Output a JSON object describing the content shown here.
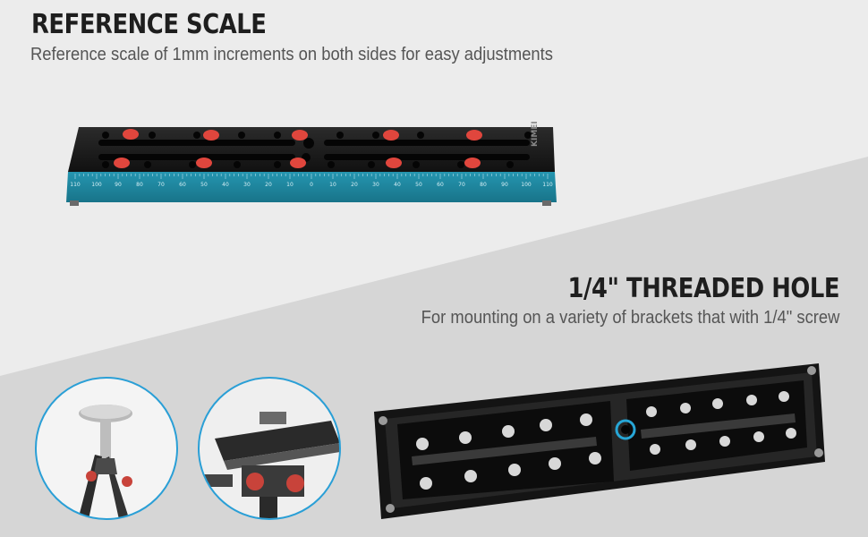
{
  "section_scale": {
    "title": "REFERENCE SCALE",
    "subtitle": "Reference scale of 1mm increments on both sides for easy adjustments"
  },
  "section_hole": {
    "title": "1/4\" THREADED HOLE",
    "subtitle": "For mounting on a variety of brackets that with 1/4\" screw"
  },
  "plate_top": {
    "brand_mark": "KIMEI",
    "scale_numbers": [
      "110",
      "100",
      "90",
      "80",
      "70",
      "60",
      "50",
      "40",
      "30",
      "20",
      "10",
      "0",
      "10",
      "20",
      "30",
      "40",
      "50",
      "60",
      "70",
      "80",
      "90",
      "100",
      "110"
    ]
  },
  "colors": {
    "scale_band": "#1f8aa3",
    "plate_body": "#1c1c1c",
    "knob": "#e0463d",
    "hole_highlight": "#27a6d6",
    "circle_border": "#2a9fd6"
  }
}
